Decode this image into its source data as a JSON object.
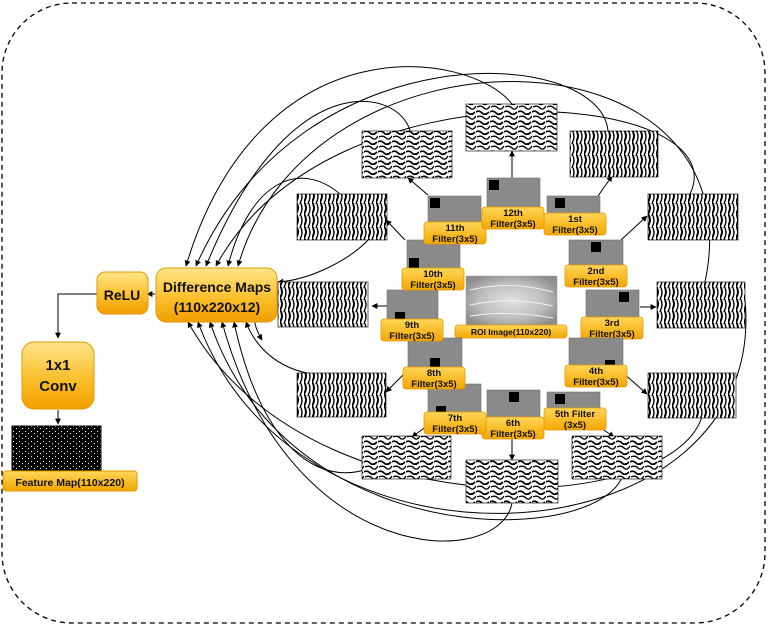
{
  "nodes": {
    "relu": "ReLU",
    "conv_line1": "1x1",
    "conv_line2": "Conv",
    "diff_line1": "Difference Maps",
    "diff_line2": "(110x220x12)",
    "roi": "ROI Image(110x220)",
    "feature_map": "Feature Map(110x220)"
  },
  "filters": [
    {
      "line1": "1st",
      "line2": "Filter(3x5)"
    },
    {
      "line1": "2nd",
      "line2": "Filter(3x5)"
    },
    {
      "line1": "3rd",
      "line2": "Filter(3x5)"
    },
    {
      "line1": "4th",
      "line2": "Filter(3x5)"
    },
    {
      "line1": "5th Filter",
      "line2": "(3x5)"
    },
    {
      "line1": "6th",
      "line2": "Filter(3x5)"
    },
    {
      "line1": "7th",
      "line2": "Filter(3x5)"
    },
    {
      "line1": "8th",
      "line2": "Filter(3x5)"
    },
    {
      "line1": "9th",
      "line2": "Filter(3x5)"
    },
    {
      "line1": "10th",
      "line2": "Filter(3x5)"
    },
    {
      "line1": "11th",
      "line2": "Filter(3x5)"
    },
    {
      "line1": "12th",
      "line2": "Filter(3x5)"
    }
  ],
  "colors": {
    "orange_top": "#ffe27a",
    "orange_bottom": "#f5a800",
    "label_fill": "#f6b51a",
    "filter_gray": "#8a8a8a",
    "arrow": "#000000",
    "border": "#000000"
  }
}
